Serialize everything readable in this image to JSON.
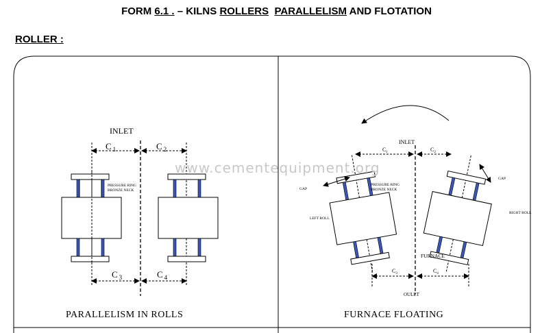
{
  "header": {
    "form_prefix": "FORM ",
    "form_number": "6.1 .",
    "dash": " – KILNS ",
    "rollers": "ROLLERS",
    "space": "  ",
    "parallelism": "PARALLELISM",
    "rest": " AND FLOTATION"
  },
  "section_title": "ROLLER :",
  "watermark": "www.cementequipment.org",
  "left_panel": {
    "inlet": "INLET",
    "c1": "C",
    "c1_sub": "1",
    "c2": "C",
    "c2_sub": "2",
    "c3": "C",
    "c3_sub": "3",
    "c4": "C",
    "c4_sub": "4",
    "pressure_ring": "PRESSURE RING",
    "bronze_neck": "BRONZE NECK",
    "caption": "PARALLELISM  IN ROLLS"
  },
  "right_panel": {
    "inlet": "INLET",
    "c1": "C",
    "c1_sub": "1",
    "c2": "C",
    "c2_sub": "2",
    "c3": "C",
    "c3_sub": "3",
    "c4": "C",
    "c4_sub": "4",
    "gap_left": "GAP",
    "gap_right": "GAP",
    "pressure_ring": "PRESSURE RING",
    "bronze_neck": "BRONZE NECK",
    "left_roll": "LEFT ROLL",
    "right_roll": "RIGHT ROLL",
    "furnace": "FURNACE",
    "outlet": "OULET",
    "caption": "FURNACE FLOATING"
  },
  "colors": {
    "bearing_blue": "#3a56b8",
    "frame": "#000000",
    "watermark": "#c8c8c8"
  }
}
